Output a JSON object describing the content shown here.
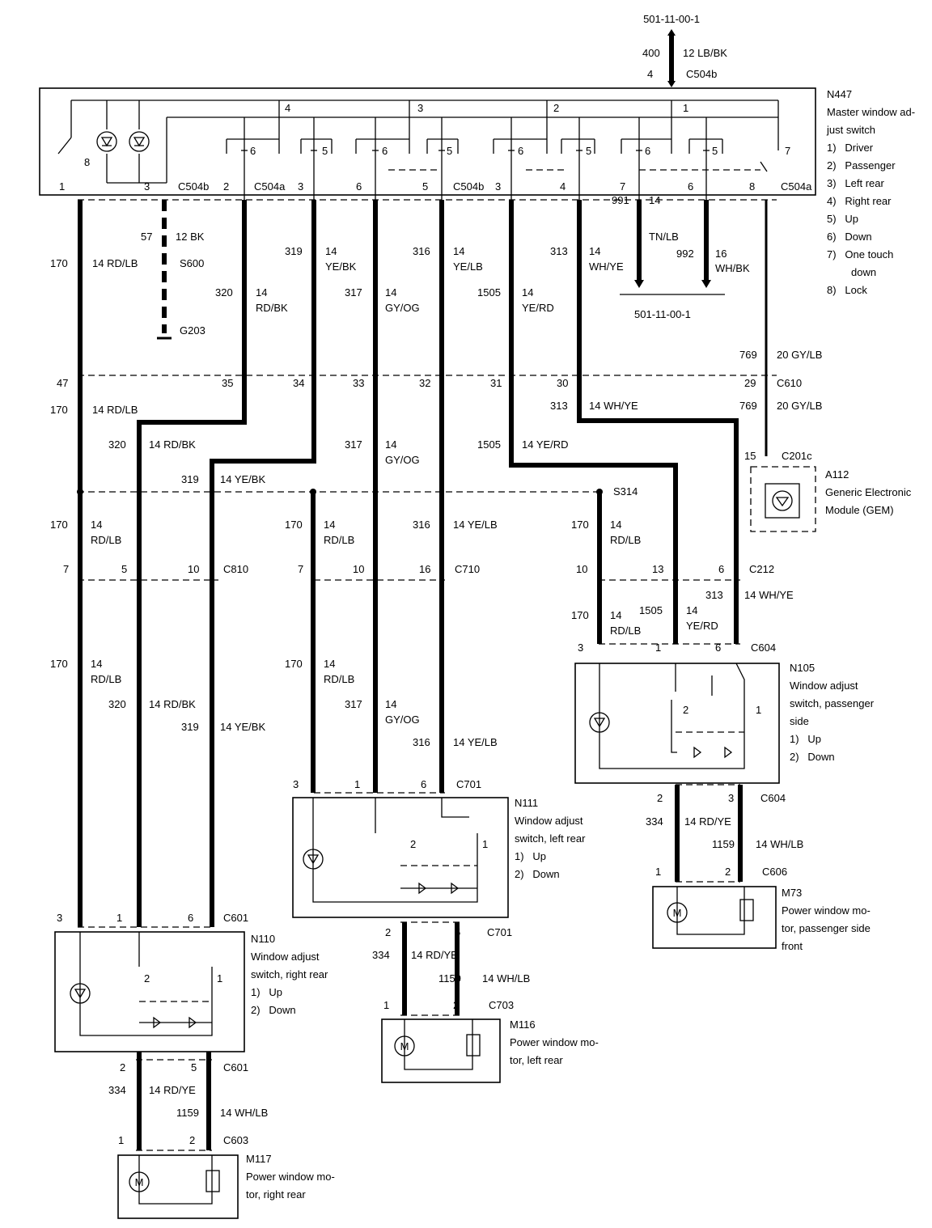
{
  "top": {
    "ref": "501-11-00-1",
    "circuit": "400",
    "wire": "12 LB/BK",
    "pin": "4",
    "conn": "C504b"
  },
  "n447": {
    "id": "N447",
    "title_lines": [
      "Master window ad-",
      "just switch"
    ],
    "legend": [
      "1)",
      "Driver",
      "2)",
      "Passenger",
      "3)",
      "Left rear",
      "4)",
      "Right rear",
      "5)",
      "Up",
      "6)",
      "Down",
      "7)",
      "One touch",
      "down",
      "8)",
      "Lock"
    ],
    "digits": [
      "8",
      "4",
      "3",
      "2",
      "1",
      "6",
      "5",
      "6",
      "5",
      "6",
      "5",
      "6",
      "5",
      "7"
    ]
  },
  "c504": {
    "pins": [
      "1",
      "3",
      "2",
      "3",
      "6",
      "5",
      "3",
      "4",
      "7",
      "6",
      "8"
    ],
    "conns": [
      "C504b",
      "C504a",
      "C504b",
      "C504a"
    ],
    "labels": [
      "170",
      "14 RD/LB",
      "57",
      "12 BK",
      "S600",
      "G203",
      "320",
      "14",
      "RD/BK",
      "319",
      "14",
      "YE/BK",
      "317",
      "14",
      "GY/OG",
      "316",
      "14",
      "YE/LB",
      "1505",
      "14",
      "YE/RD",
      "313",
      "14",
      "WH/YE",
      "991",
      "14",
      "TN/LB",
      "992",
      "16",
      "WH/BK",
      "501-11-00-1",
      "769",
      "20 GY/LB"
    ]
  },
  "c610": {
    "pins": [
      "47",
      "35",
      "34",
      "33",
      "32",
      "31",
      "30",
      "29"
    ],
    "conn": "C610",
    "labels": [
      "170",
      "14 RD/LB",
      "313",
      "14 WH/YE",
      "769",
      "20 GY/LB",
      "320",
      "14 RD/BK",
      "317",
      "14",
      "GY/OG",
      "1505",
      "14 YE/RD",
      "319",
      "14 YE/BK"
    ]
  },
  "gem": {
    "pin": "15",
    "conn": "C201c",
    "id": "A112",
    "title_lines": [
      "Generic Electronic",
      "Module (GEM)"
    ]
  },
  "splice": {
    "id": "S314",
    "labels": [
      "170",
      "14",
      "RD/LB",
      "170",
      "14",
      "RD/LB",
      "316",
      "14 YE/LB",
      "170",
      "14",
      "RD/LB"
    ]
  },
  "mid_conns": {
    "c810_pins": [
      "7",
      "5",
      "10"
    ],
    "c810": "C810",
    "c710_pins": [
      "7",
      "10",
      "16"
    ],
    "c710": "C710",
    "c212_pins": [
      "10",
      "13",
      "6"
    ],
    "c212": "C212",
    "labels": [
      "170",
      "14",
      "RD/LB",
      "1505",
      "14",
      "YE/RD",
      "313",
      "14 WH/YE"
    ]
  },
  "n105": {
    "pins": [
      "3",
      "1",
      "6"
    ],
    "conn": "C604",
    "id": "N105",
    "title_lines": [
      "Window adjust",
      "switch, passenger",
      "side"
    ],
    "legend": [
      "1)",
      "Up",
      "2)",
      "Down"
    ],
    "digits": [
      "2",
      "1"
    ],
    "bottom_pins": [
      "2",
      "3"
    ],
    "bottom_conn": "C604",
    "labels": [
      "334",
      "14 RD/YE",
      "1159",
      "14 WH/LB"
    ]
  },
  "m73": {
    "pins": [
      "1",
      "2"
    ],
    "conn": "C606",
    "id": "M73",
    "title_lines": [
      "Power window mo-",
      "tor, passenger side",
      "front"
    ]
  },
  "left_labels": [
    "170",
    "14",
    "RD/LB",
    "320",
    "14 RD/BK",
    "319",
    "14 YE/BK",
    "170",
    "14",
    "RD/LB",
    "317",
    "14",
    "GY/OG",
    "316",
    "14 YE/LB"
  ],
  "n111": {
    "pins": [
      "3",
      "1",
      "6"
    ],
    "conn": "C701",
    "id": "N111",
    "title_lines": [
      "Window adjust",
      "switch, left rear"
    ],
    "legend": [
      "1)",
      "Up",
      "2)",
      "Down"
    ],
    "digits": [
      "2",
      "1"
    ],
    "bottom_pins": [
      "2",
      "5"
    ],
    "bottom_conn": "C701",
    "labels": [
      "334",
      "14 RD/YE",
      "1159",
      "14 WH/LB"
    ]
  },
  "m116": {
    "pins": [
      "1",
      "2"
    ],
    "conn": "C703",
    "id": "M116",
    "title_lines": [
      "Power window mo-",
      "tor, left rear"
    ]
  },
  "n110": {
    "pins": [
      "3",
      "1",
      "6"
    ],
    "conn": "C601",
    "id": "N110",
    "title_lines": [
      "Window adjust",
      "switch, right rear"
    ],
    "legend": [
      "1)",
      "Up",
      "2)",
      "Down"
    ],
    "digits": [
      "2",
      "1"
    ],
    "bottom_pins": [
      "2",
      "5"
    ],
    "bottom_conn": "C601",
    "labels": [
      "334",
      "14 RD/YE",
      "1159",
      "14 WH/LB"
    ]
  },
  "m117": {
    "pins": [
      "1",
      "2"
    ],
    "conn": "C603",
    "id": "M117",
    "title_lines": [
      "Power window mo-",
      "tor, right rear"
    ]
  },
  "icons": {
    "motor": "M",
    "lamp": "lamp-icon",
    "diode": "diode-icon",
    "ground": "ground-icon"
  }
}
